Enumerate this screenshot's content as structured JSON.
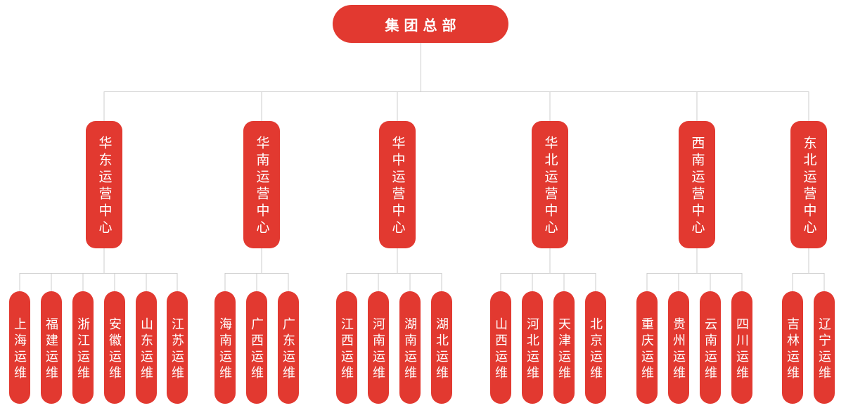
{
  "org": {
    "root_label": "集团总部",
    "centers": [
      {
        "label": "华东运营中心",
        "children": [
          "上海运维",
          "福建运维",
          "浙江运维",
          "安徽运维",
          "山东运维",
          "江苏运维"
        ]
      },
      {
        "label": "华南运营中心",
        "children": [
          "海南运维",
          "广西运维",
          "广东运维"
        ]
      },
      {
        "label": "华中运营中心",
        "children": [
          "江西运维",
          "河南运维",
          "湖南运维",
          "湖北运维"
        ]
      },
      {
        "label": "华北运营中心",
        "children": [
          "山西运维",
          "河北运维",
          "天津运维",
          "北京运维"
        ]
      },
      {
        "label": "西南运营中心",
        "children": [
          "重庆运维",
          "贵州运维",
          "云南运维",
          "四川运维"
        ]
      },
      {
        "label": "东北运营中心",
        "children": [
          "吉林运维",
          "辽宁运维"
        ]
      }
    ]
  },
  "colors": {
    "node_red": "#E23930",
    "connector_gray": "#CCCCCC",
    "node_text": "#FFFFFF",
    "background": "#FFFFFF"
  }
}
